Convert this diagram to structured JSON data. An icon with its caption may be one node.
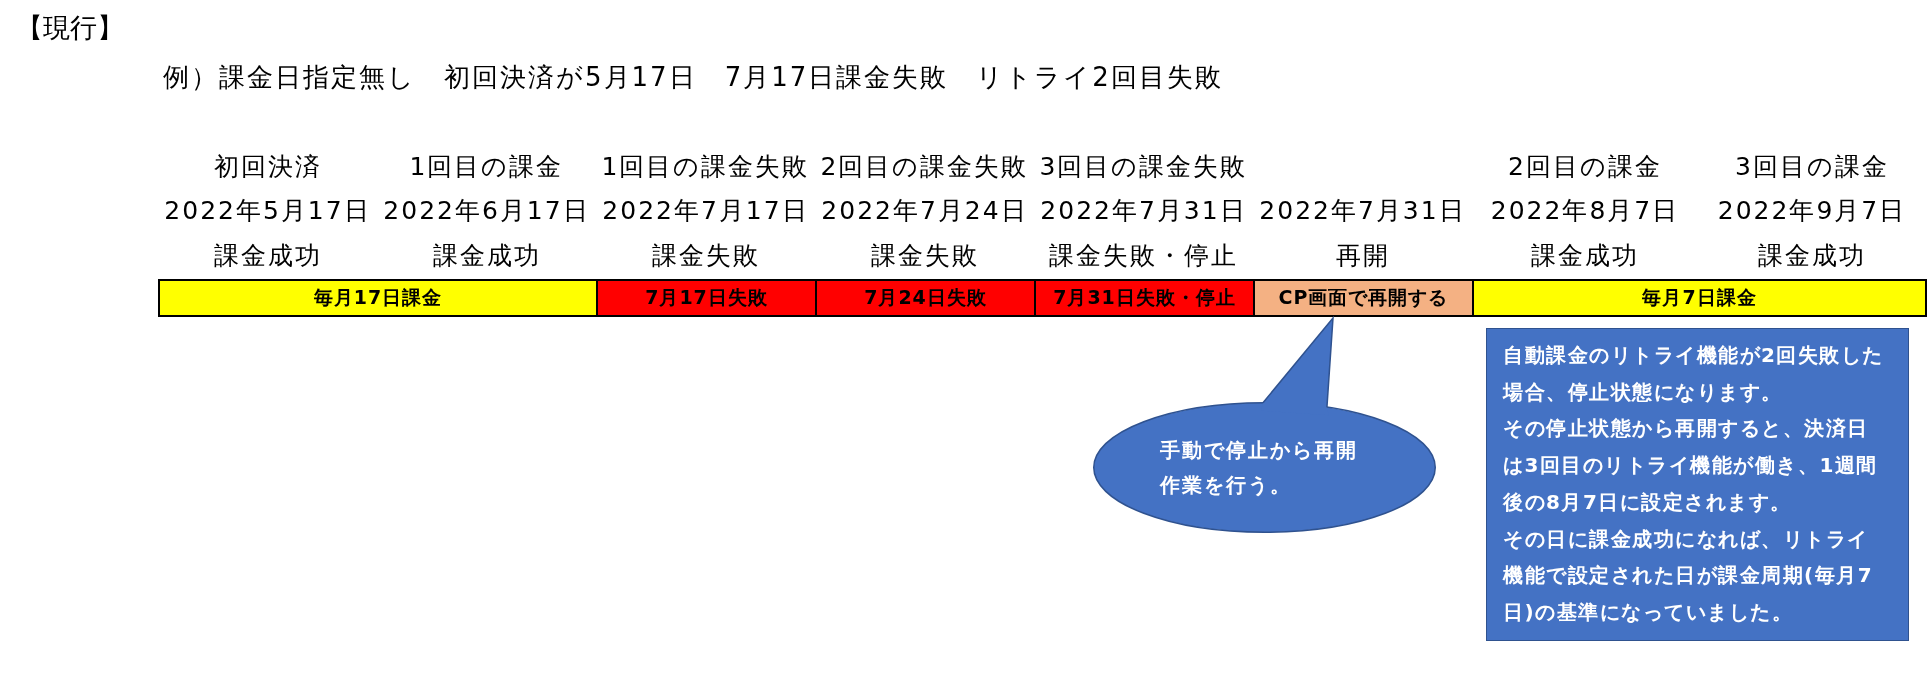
{
  "diagram": {
    "title": "【現行】",
    "nodes": [
      {
        "text": [
          "毎月17日課金"
        ]
      },
      {
        "text": [
          "7月17日失敗"
        ]
      },
      {
        "text": [
          "7月24日失敗"
        ]
      },
      {
        "text": [
          "7月31日失敗・停止"
        ]
      },
      {
        "text": [
          "CP画面で再開する"
        ]
      },
      {
        "text": [
          "毎月7日課金"
        ]
      },
      {
        "text": [
          "手動で停止から再開作業を行う。"
        ]
      },
      {
        "text": [
          "自動課金のリトライ機能が2回失敗した場合、停止状態になります。",
          "その停止状態から再開すると、決済日は3回目のリトライ機能が働き、1週間後の8月7日に設定されます。",
          "その日に課金成功になれば、リトライ機能で設定された日が課金周期(毎月7日)の基準になっていました。"
        ]
      }
    ],
    "edges": [
      {
        "from": 6,
        "to": 4,
        "arrow": "to"
      }
    ],
    "labels": [
      "例）課金日指定無し　初回決済が5月17日　7月17日課金失敗　リトライ2回目失敗",
      "初回決済",
      "1回目の課金",
      "1回目の課金失敗",
      "2回目の課金失敗",
      "3回目の課金失敗",
      "2回目の課金",
      "3回目の課金",
      "2022年5月17日",
      "2022年6月17日",
      "2022年7月17日",
      "2022年7月24日",
      "2022年7月31日",
      "2022年7月31日",
      "2022年8月7日",
      "2022年9月7日",
      "課金成功",
      "課金成功",
      "課金失敗",
      "課金失敗",
      "課金失敗・停止",
      "再開",
      "課金成功",
      "課金成功"
    ]
  }
}
